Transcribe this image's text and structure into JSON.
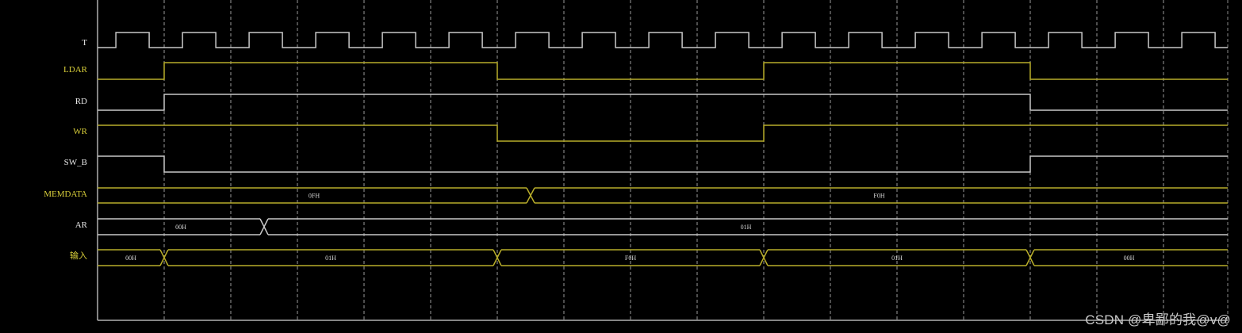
{
  "colors": {
    "background": "#000000",
    "white_signal": "#c8c8c8",
    "yellow_signal": "#b8ad2a",
    "grid": "#9a9a9a"
  },
  "labels": {
    "T": "T",
    "LDAR": "LDAR",
    "RD": "RD",
    "WR": "WR",
    "SW_B": "SW_B",
    "MEMDATA": "MEMDATA",
    "AR": "AR",
    "input": "输入"
  },
  "signals": [
    {
      "name": "T",
      "label_key": "T",
      "type": "clock",
      "color": "white_signal",
      "period": 1,
      "high_fraction": 0.5,
      "cycles": 17
    },
    {
      "name": "LDAR",
      "label_key": "LDAR",
      "type": "digital",
      "color": "yellow_signal",
      "initial": 0,
      "transitions": [
        1,
        6,
        10,
        14
      ]
    },
    {
      "name": "RD",
      "label_key": "RD",
      "type": "digital",
      "color": "white_signal",
      "initial": 0,
      "transitions": [
        1,
        14
      ]
    },
    {
      "name": "WR",
      "label_key": "WR",
      "type": "digital",
      "color": "yellow_signal",
      "initial": 1,
      "transitions": [
        6,
        10
      ]
    },
    {
      "name": "SW_B",
      "label_key": "SW_B",
      "type": "digital",
      "color": "white_signal",
      "initial": 1,
      "transitions": [
        1,
        14
      ]
    },
    {
      "name": "MEMDATA",
      "label_key": "MEMDATA",
      "type": "bus",
      "color": "yellow_signal",
      "segments": [
        {
          "from": 0,
          "to": 6.5,
          "value": "0FH"
        },
        {
          "from": 6.5,
          "to": 17,
          "value": "F0H"
        }
      ]
    },
    {
      "name": "AR",
      "label_key": "AR",
      "type": "bus",
      "color": "white_signal",
      "segments": [
        {
          "from": 0,
          "to": 2.5,
          "value": "00H"
        },
        {
          "from": 2.5,
          "to": 17,
          "value": "01H"
        }
      ]
    },
    {
      "name": "输入",
      "label_key": "input",
      "type": "bus",
      "color": "yellow_signal",
      "segments": [
        {
          "from": 0,
          "to": 1,
          "value": "00H"
        },
        {
          "from": 1,
          "to": 6,
          "value": "01H"
        },
        {
          "from": 6,
          "to": 10,
          "value": "F0H"
        },
        {
          "from": 10,
          "to": 14,
          "value": "01H"
        },
        {
          "from": 14,
          "to": 17,
          "value": "00H"
        }
      ]
    }
  ],
  "watermark": "CSDN @卑鄙的我@v@"
}
